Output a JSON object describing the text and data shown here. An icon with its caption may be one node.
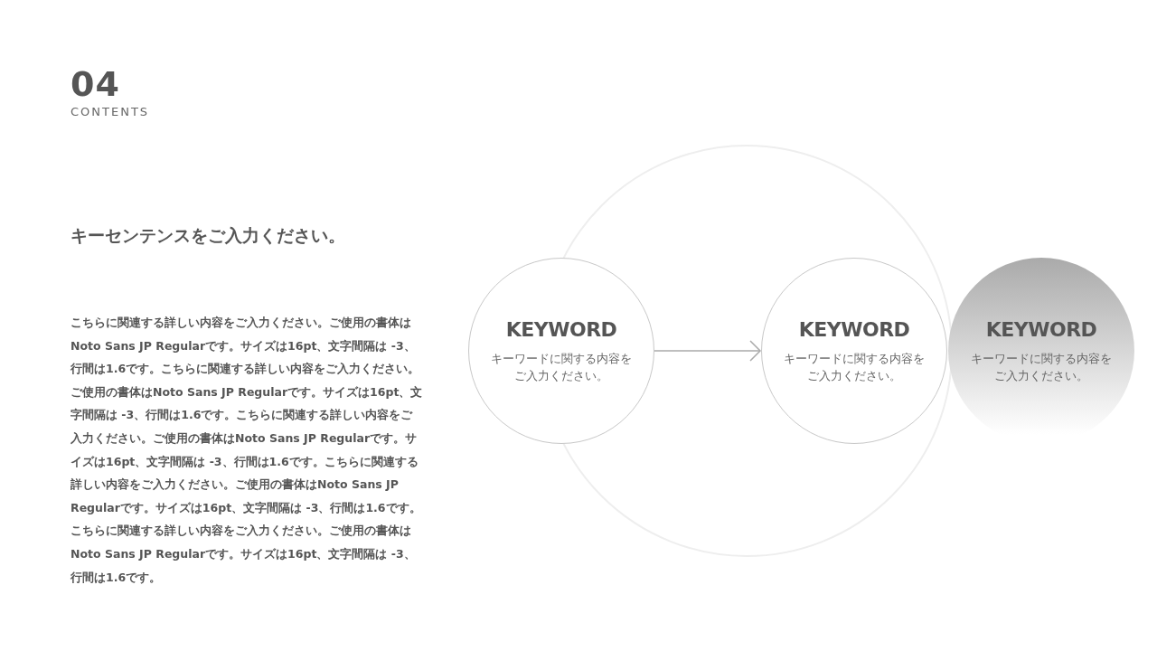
{
  "diagram": {
    "title": "キーセンテンスをご入力ください。",
    "nodes": [
      {
        "text": [
          "KEYWORD",
          "キーワードに関する内容をご入力ください。"
        ]
      },
      {
        "text": [
          "KEYWORD",
          "キーワードに関する内容をご入力ください。"
        ]
      },
      {
        "text": [
          "KEYWORD",
          "キーワードに関する内容をご入力ください。"
        ]
      }
    ],
    "edges": [
      {
        "from": 0,
        "to": 1,
        "arrow": "to"
      }
    ],
    "labels": [
      "04",
      "CONTENTS",
      "こちらに関連する詳しい内容をご入力ください。ご使用の書体はNoto Sans JP Regularです。サイズは16pt、文字間隔は -3、行間は1.6です。こちらに関連する詳しい内容をご入力ください。ご使用の書体はNoto Sans JP Regularです。サイズは16pt、文字間隔は -3、行間は1.6です。こちらに関連する詳しい内容をご入力ください。ご使用の書体はNoto Sans JP Regularです。サイズは16pt、文字間隔は -3、行間は1.6です。こちらに関連する詳しい内容をご入力ください。ご使用の書体はNoto Sans JP Regularです。サイズは16pt、文字間隔は -3、行間は1.6です。こちらに関連する詳しい内容をご入力ください。ご使用の書体はNoto Sans JP Regularです。サイズは16pt、文字間隔は -3、行間は1.6です。"
    ]
  }
}
